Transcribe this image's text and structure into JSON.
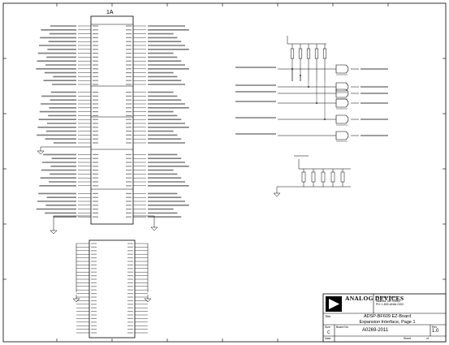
{
  "schematic": {
    "part_designator": "1A",
    "company_logo": "ANALOG DEVICES",
    "company_address": [
      "20 Cotton Road",
      "Nashua, NH 03063",
      "PH: 1-800-ANALOGD"
    ],
    "title_label": "Title",
    "title_lines": [
      "ADSP-BF609 EZ-Board",
      "Expansion Interface, Page 1"
    ],
    "size_label": "Size",
    "size_value": "C",
    "board_no_label": "Board No.",
    "board_no": "A0269-2011",
    "rev_label": "Rev",
    "rev_value": "1.0",
    "date_label": "Date",
    "sheet_label": "Sheet",
    "sheet_of": "of"
  },
  "colors": {
    "line": "#000000",
    "net_label": "#2a2a2a",
    "border": "#000000",
    "background": "#ffffff"
  },
  "icons": [
    "analog-devices-logo-icon",
    "ground-icon",
    "resistor-icon",
    "buffer-gate-icon"
  ]
}
